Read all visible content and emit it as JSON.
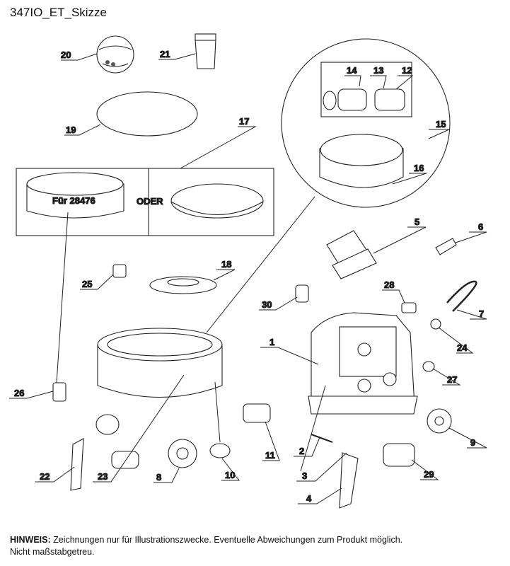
{
  "title": "347IO_ET_Skizze",
  "box_labels": {
    "variant_a": "Für 28476",
    "or": "ODER"
  },
  "parts": [
    "1",
    "2",
    "3",
    "4",
    "5",
    "6",
    "7",
    "8",
    "9",
    "10",
    "11",
    "12",
    "13",
    "14",
    "15",
    "16",
    "17",
    "19",
    "18",
    "20",
    "21",
    "22",
    "23",
    "24",
    "25",
    "26",
    "27",
    "28",
    "29",
    "30"
  ],
  "note": {
    "label": "HINWEIS:",
    "text": " Zeichnungen nur für Illustrationszwecke. Eventuelle Abweichungen zum Produkt möglich.",
    "line2": "Nicht maßstabgetreu."
  }
}
